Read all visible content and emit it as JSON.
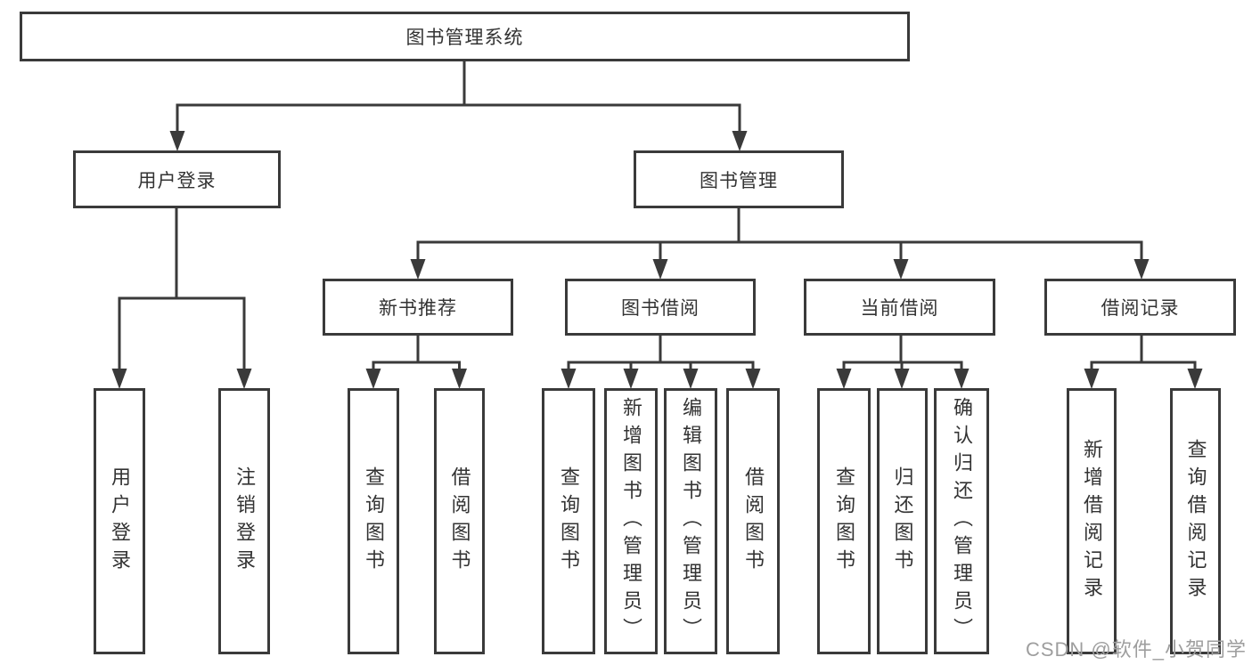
{
  "diagram": {
    "root": {
      "label": "图书管理系统"
    },
    "branches": [
      {
        "label": "用户登录",
        "children": [
          {
            "label": "用户登录"
          },
          {
            "label": "注销登录"
          }
        ]
      },
      {
        "label": "图书管理",
        "children": [
          {
            "label": "新书推荐",
            "children": [
              {
                "label": "查询图书"
              },
              {
                "label": "借阅图书"
              }
            ]
          },
          {
            "label": "图书借阅",
            "children": [
              {
                "label": "查询图书"
              },
              {
                "label": "新增图书（管理员）"
              },
              {
                "label": "编辑图书（管理员）"
              },
              {
                "label": "借阅图书"
              }
            ]
          },
          {
            "label": "当前借阅",
            "children": [
              {
                "label": "查询图书"
              },
              {
                "label": "归还图书"
              },
              {
                "label": "确认归还（管理员）"
              }
            ]
          },
          {
            "label": "借阅记录",
            "children": [
              {
                "label": "新增借阅记录"
              },
              {
                "label": "查询借阅记录"
              }
            ]
          }
        ]
      }
    ]
  },
  "watermark": {
    "text": "CSDN @软件_小贺同学"
  },
  "colors": {
    "line": "#3a3a3a",
    "box_border": "#3a3a3a",
    "text": "#333333",
    "watermark": "#9e9e9e",
    "background": "#ffffff"
  }
}
